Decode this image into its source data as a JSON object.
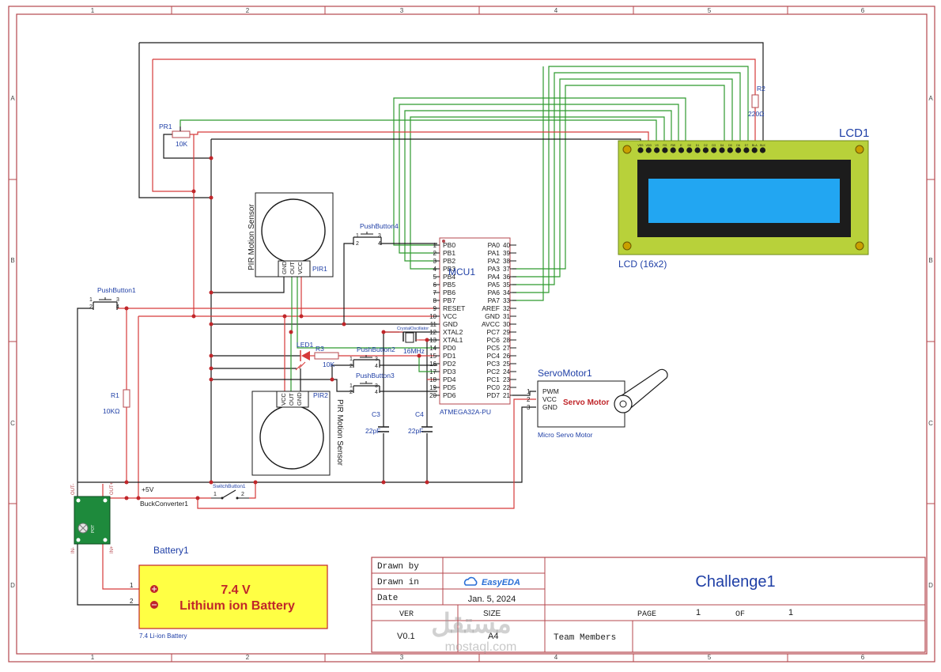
{
  "frame": {
    "col_labels": [
      "1",
      "2",
      "3",
      "4",
      "5",
      "6"
    ],
    "row_labels": [
      "A",
      "B",
      "C",
      "D"
    ]
  },
  "title_block": {
    "drawn_by_label": "Drawn by",
    "drawn_in_label": "Drawn in",
    "tool_name": "EasyEDA",
    "date_label": "Date",
    "date_value": "Jan. 5, 2024",
    "ver_label": "VER",
    "size_label": "SIZE",
    "ver_value": "V0.1",
    "size_value": "A4",
    "page_label": "PAGE",
    "page_value": "1",
    "of_label": "OF",
    "of_value": "1",
    "title": "Challenge1",
    "team_label": "Team Members",
    "watermark_ar": "مستقل",
    "watermark_en": "mostaql.com"
  },
  "components": {
    "lcd": {
      "ref": "LCD1",
      "desc": "LCD (16x2)",
      "pins": [
        "VSS",
        "VDD",
        "V0",
        "RS",
        "RW",
        "E",
        "D0",
        "D1",
        "D2",
        "D3",
        "D4",
        "D5",
        "D6",
        "D7",
        "BLA",
        "BLK"
      ]
    },
    "mcu": {
      "ref": "MCU1",
      "part": "ATMEGA32A-PU",
      "left_pins": [
        {
          "n": "1",
          "name": "PB0"
        },
        {
          "n": "2",
          "name": "PB1"
        },
        {
          "n": "3",
          "name": "PB2"
        },
        {
          "n": "4",
          "name": "PB3"
        },
        {
          "n": "5",
          "name": "PB4"
        },
        {
          "n": "6",
          "name": "PB5"
        },
        {
          "n": "7",
          "name": "PB6"
        },
        {
          "n": "8",
          "name": "PB7"
        },
        {
          "n": "9",
          "name": "RESET"
        },
        {
          "n": "10",
          "name": "VCC"
        },
        {
          "n": "11",
          "name": "GND"
        },
        {
          "n": "12",
          "name": "XTAL2"
        },
        {
          "n": "13",
          "name": "XTAL1"
        },
        {
          "n": "14",
          "name": "PD0"
        },
        {
          "n": "15",
          "name": "PD1"
        },
        {
          "n": "16",
          "name": "PD2"
        },
        {
          "n": "17",
          "name": "PD3"
        },
        {
          "n": "18",
          "name": "PD4"
        },
        {
          "n": "19",
          "name": "PD5"
        },
        {
          "n": "20",
          "name": "PD6"
        }
      ],
      "right_pins": [
        {
          "n": "40",
          "name": "PA0"
        },
        {
          "n": "39",
          "name": "PA1"
        },
        {
          "n": "38",
          "name": "PA2"
        },
        {
          "n": "37",
          "name": "PA3"
        },
        {
          "n": "36",
          "name": "PA4"
        },
        {
          "n": "35",
          "name": "PA5"
        },
        {
          "n": "34",
          "name": "PA6"
        },
        {
          "n": "33",
          "name": "PA7"
        },
        {
          "n": "32",
          "name": "AREF"
        },
        {
          "n": "31",
          "name": "GND"
        },
        {
          "n": "30",
          "name": "AVCC"
        },
        {
          "n": "29",
          "name": "PC7"
        },
        {
          "n": "28",
          "name": "PC6"
        },
        {
          "n": "27",
          "name": "PC5"
        },
        {
          "n": "26",
          "name": "PC4"
        },
        {
          "n": "25",
          "name": "PC3"
        },
        {
          "n": "24",
          "name": "PC2"
        },
        {
          "n": "23",
          "name": "PC1"
        },
        {
          "n": "22",
          "name": "PC0"
        },
        {
          "n": "21",
          "name": "PD7"
        }
      ]
    },
    "pir1": {
      "ref": "PIR1",
      "title": "PIR Motion Sensor",
      "pins": [
        "GND",
        "OUT",
        "VCC"
      ]
    },
    "pir2": {
      "ref": "PIR2",
      "title": "PIR Motion Sensor",
      "pins": [
        "VCC",
        "OUT",
        "GND"
      ]
    },
    "pr1": {
      "ref": "PR1",
      "value": "10K"
    },
    "r1": {
      "ref": "R1",
      "value": "10KΩ"
    },
    "r2": {
      "ref": "R2",
      "value": "220Ω"
    },
    "r3": {
      "ref": "R3",
      "value": "10K"
    },
    "led1": {
      "ref": "LED1"
    },
    "crystal": {
      "ref": "CrystalOscillator",
      "value": "16MHz"
    },
    "c3": {
      "ref": "C3",
      "value": "22pF"
    },
    "c4": {
      "ref": "C4",
      "value": "22pF"
    },
    "pushbutton1": {
      "ref": "PushButton1",
      "pins": [
        "1",
        "2",
        "3",
        "4"
      ]
    },
    "pushbutton2": {
      "ref": "PushButton2",
      "pins": [
        "1",
        "2",
        "3",
        "4"
      ]
    },
    "pushbutton3": {
      "ref": "PushButton3",
      "pins": [
        "1",
        "2",
        "3",
        "4"
      ]
    },
    "pushbutton4": {
      "ref": "PushButton4",
      "pins": [
        "1",
        "2",
        "3",
        "4"
      ]
    },
    "switch": {
      "ref": "SwitchButton1",
      "pins": [
        "1",
        "2"
      ]
    },
    "servo": {
      "ref": "ServoMotor1",
      "title": "Servo Motor",
      "desc": "Micro Servo Motor",
      "pins": [
        {
          "n": "1",
          "name": "PWM"
        },
        {
          "n": "2",
          "name": "VCC"
        },
        {
          "n": "3",
          "name": "GND"
        }
      ]
    },
    "buck": {
      "ref": "BuckConverter1",
      "net": "+5V",
      "pins": [
        "OUT-",
        "OUT+",
        "IN-",
        "IN+"
      ],
      "pot": "POT"
    },
    "battery": {
      "ref": "Battery1",
      "voltage": "7.4 V",
      "type": "Lithium ion Battery",
      "desc": "7.4 Li-ion Battery",
      "pins": [
        "1",
        "2"
      ]
    }
  }
}
